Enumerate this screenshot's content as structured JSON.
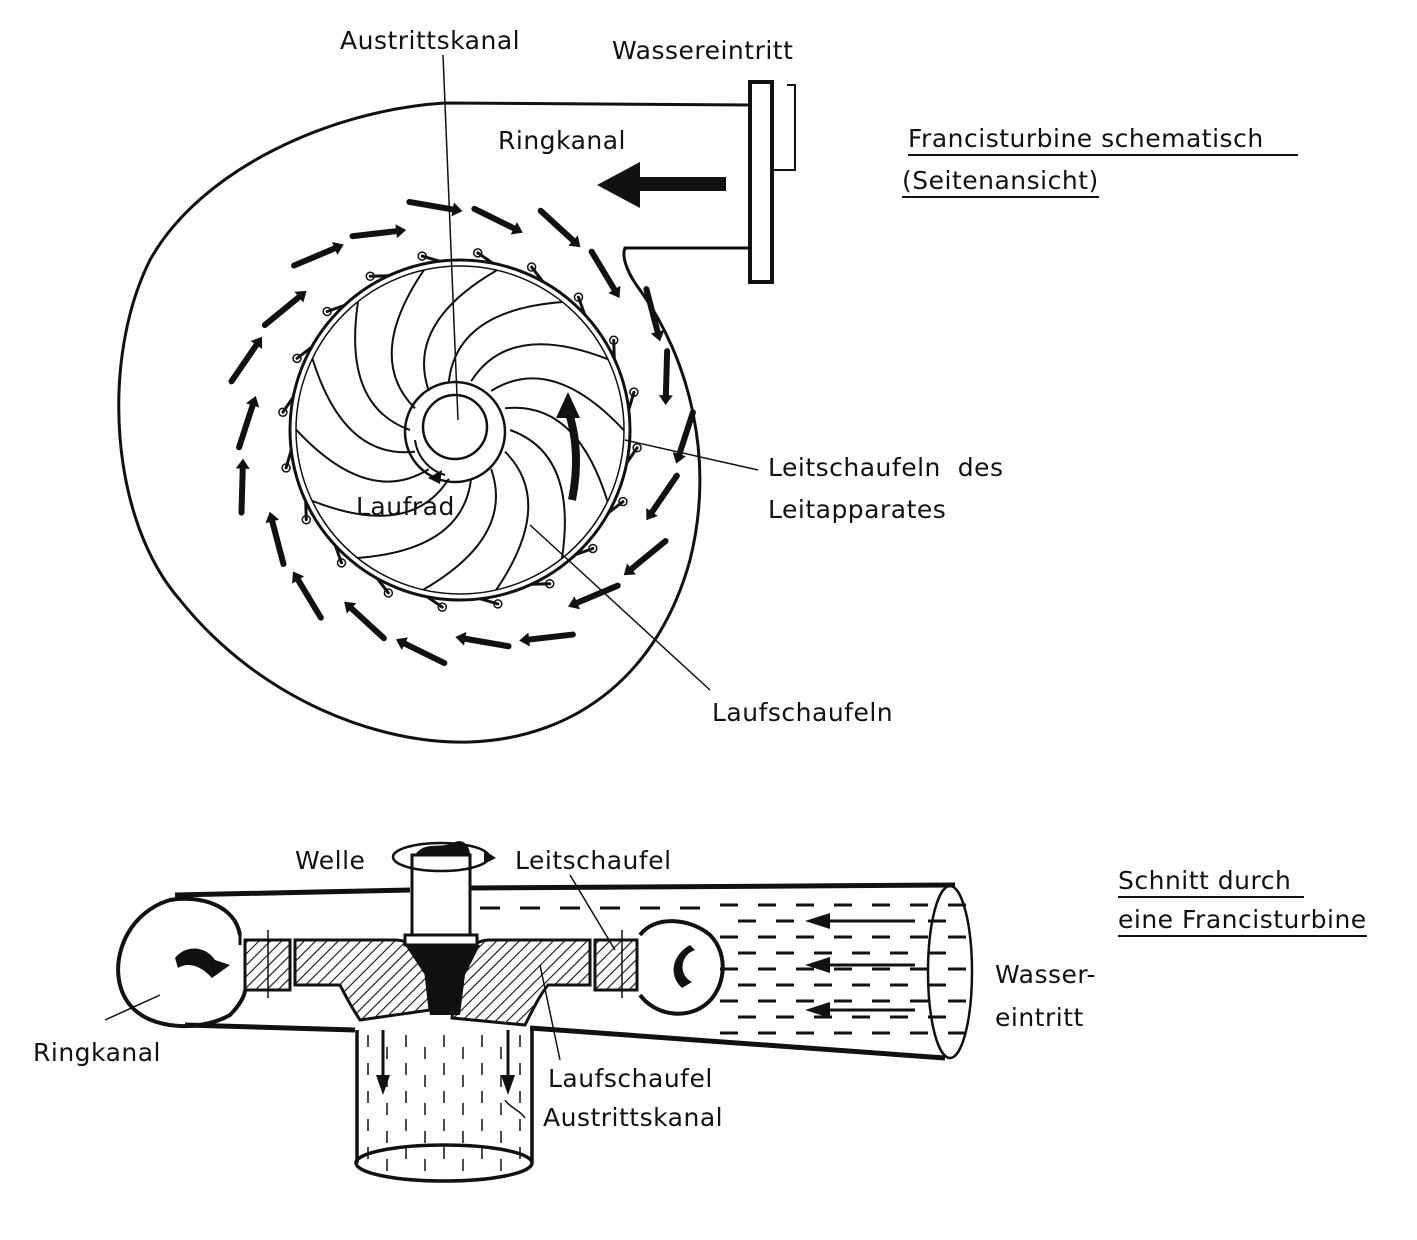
{
  "top_diagram": {
    "title_line1": "Francisturbine schematisch",
    "title_line2": "(Seitenansicht)",
    "labels": {
      "austrittskanal": "Austrittskanal",
      "wassereintritt": "Wassereintritt",
      "ringkanal": "Ringkanal",
      "leitschaufeln_1": "Leitschaufeln  des",
      "leitschaufeln_2": "Leitapparates",
      "laufrad": "Laufrad",
      "laufschaufeln": "Laufschaufeln"
    },
    "runner_blade_count": 14,
    "guide_vane_count": 20
  },
  "bottom_diagram": {
    "title_line1": "Schnitt durch",
    "title_line2": "eine Francisturbine",
    "labels": {
      "welle": "Welle",
      "leitschaufel": "Leitschaufel",
      "wassereintritt_1": "Wasser-",
      "wassereintritt_2": "eintritt",
      "ringkanal": "Ringkanal",
      "laufschaufel": "Laufschaufel",
      "austrittskanal": "Austrittskanal"
    }
  },
  "colors": {
    "ink": "#111111",
    "paper": "#ffffff"
  }
}
